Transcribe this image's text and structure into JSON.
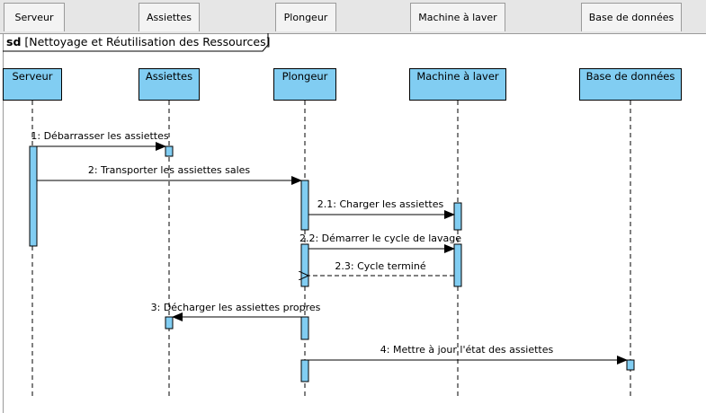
{
  "tabs": [
    "Serveur",
    "Assiettes",
    "Plongeur",
    "Machine à laver",
    "Base de données"
  ],
  "frame": {
    "keyword": "sd",
    "title": "[Nettoyage et Réutilisation des Ressources]"
  },
  "lifelines": [
    {
      "id": "serveur",
      "label": "Serveur"
    },
    {
      "id": "assiettes",
      "label": "Assiettes"
    },
    {
      "id": "plongeur",
      "label": "Plongeur"
    },
    {
      "id": "machine",
      "label": "Machine à laver"
    },
    {
      "id": "base",
      "label": "Base de données"
    }
  ],
  "messages": [
    {
      "label": "1: Débarrasser les assiettes",
      "from": "serveur",
      "to": "assiettes",
      "kind": "sync"
    },
    {
      "label": "2: Transporter les assiettes sales",
      "from": "serveur",
      "to": "plongeur",
      "kind": "sync"
    },
    {
      "label": "2.1: Charger les assiettes",
      "from": "plongeur",
      "to": "machine",
      "kind": "sync"
    },
    {
      "label": "2.2: Démarrer le cycle de lavage",
      "from": "plongeur",
      "to": "machine",
      "kind": "sync"
    },
    {
      "label": "2.3: Cycle terminé",
      "from": "machine",
      "to": "plongeur",
      "kind": "reply"
    },
    {
      "label": "3: Décharger les assiettes propres",
      "from": "plongeur",
      "to": "assiettes",
      "kind": "sync"
    },
    {
      "label": "4: Mettre à jour l'état des assiettes",
      "from": "plongeur",
      "to": "base",
      "kind": "sync"
    }
  ],
  "colors": {
    "lifeline_fill": "#81cdf2",
    "tab_bg": "#f3f3f3",
    "line": "#000000"
  }
}
